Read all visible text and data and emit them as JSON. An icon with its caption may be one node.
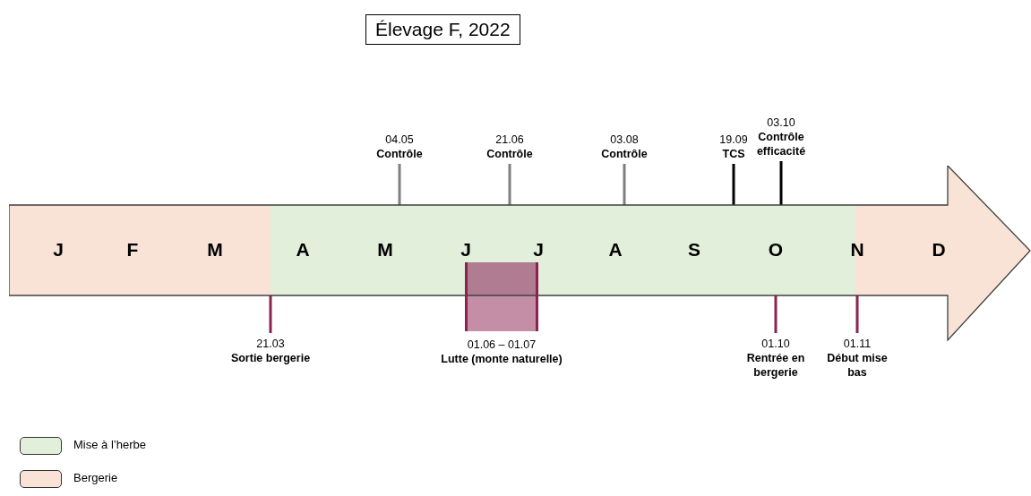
{
  "diagram": {
    "title": "Élevage F, 2022",
    "nodes": [
      {
        "text": [],
        "shape": "arrow"
      },
      {
        "text": [
          "04.05",
          "Contrôle"
        ]
      },
      {
        "text": [
          "21.06",
          "Contrôle"
        ]
      },
      {
        "text": [
          "03.08",
          "Contrôle"
        ]
      },
      {
        "text": [
          "19.09",
          "TCS"
        ]
      },
      {
        "text": [
          "03.10",
          "Contrôle efficacité"
        ]
      },
      {
        "text": [
          "21.03",
          "Sortie bergerie"
        ]
      },
      {
        "text": [
          "01.06 – 01.07",
          "Lutte (monte naturelle)"
        ]
      },
      {
        "text": [
          "01.10",
          "Rentrée en bergerie"
        ]
      },
      {
        "text": [
          "01.11",
          "Début mise bas"
        ]
      }
    ],
    "edges": [
      {
        "from": 1,
        "to": 0,
        "arrow": "none",
        "color": "#7f7f7f"
      },
      {
        "from": 2,
        "to": 0,
        "arrow": "none",
        "color": "#7f7f7f"
      },
      {
        "from": 3,
        "to": 0,
        "arrow": "none",
        "color": "#7f7f7f"
      },
      {
        "from": 4,
        "to": 0,
        "arrow": "none",
        "color": "#000000"
      },
      {
        "from": 5,
        "to": 0,
        "arrow": "none",
        "color": "#000000"
      },
      {
        "from": 6,
        "to": 0,
        "arrow": "none",
        "color": "#8b2252"
      },
      {
        "from": 8,
        "to": 0,
        "arrow": "none",
        "color": "#8b2252"
      },
      {
        "from": 9,
        "to": 0,
        "arrow": "none",
        "color": "#8b2252"
      }
    ],
    "labels": [
      "J",
      "F",
      "M",
      "A",
      "M",
      "J",
      "J",
      "A",
      "S",
      "O",
      "N",
      "D"
    ],
    "legend": [
      {
        "text": "Mise à l’herbe",
        "color": "#e2efda"
      },
      {
        "text": "Bergerie",
        "color": "#f8e3d6"
      }
    ]
  }
}
